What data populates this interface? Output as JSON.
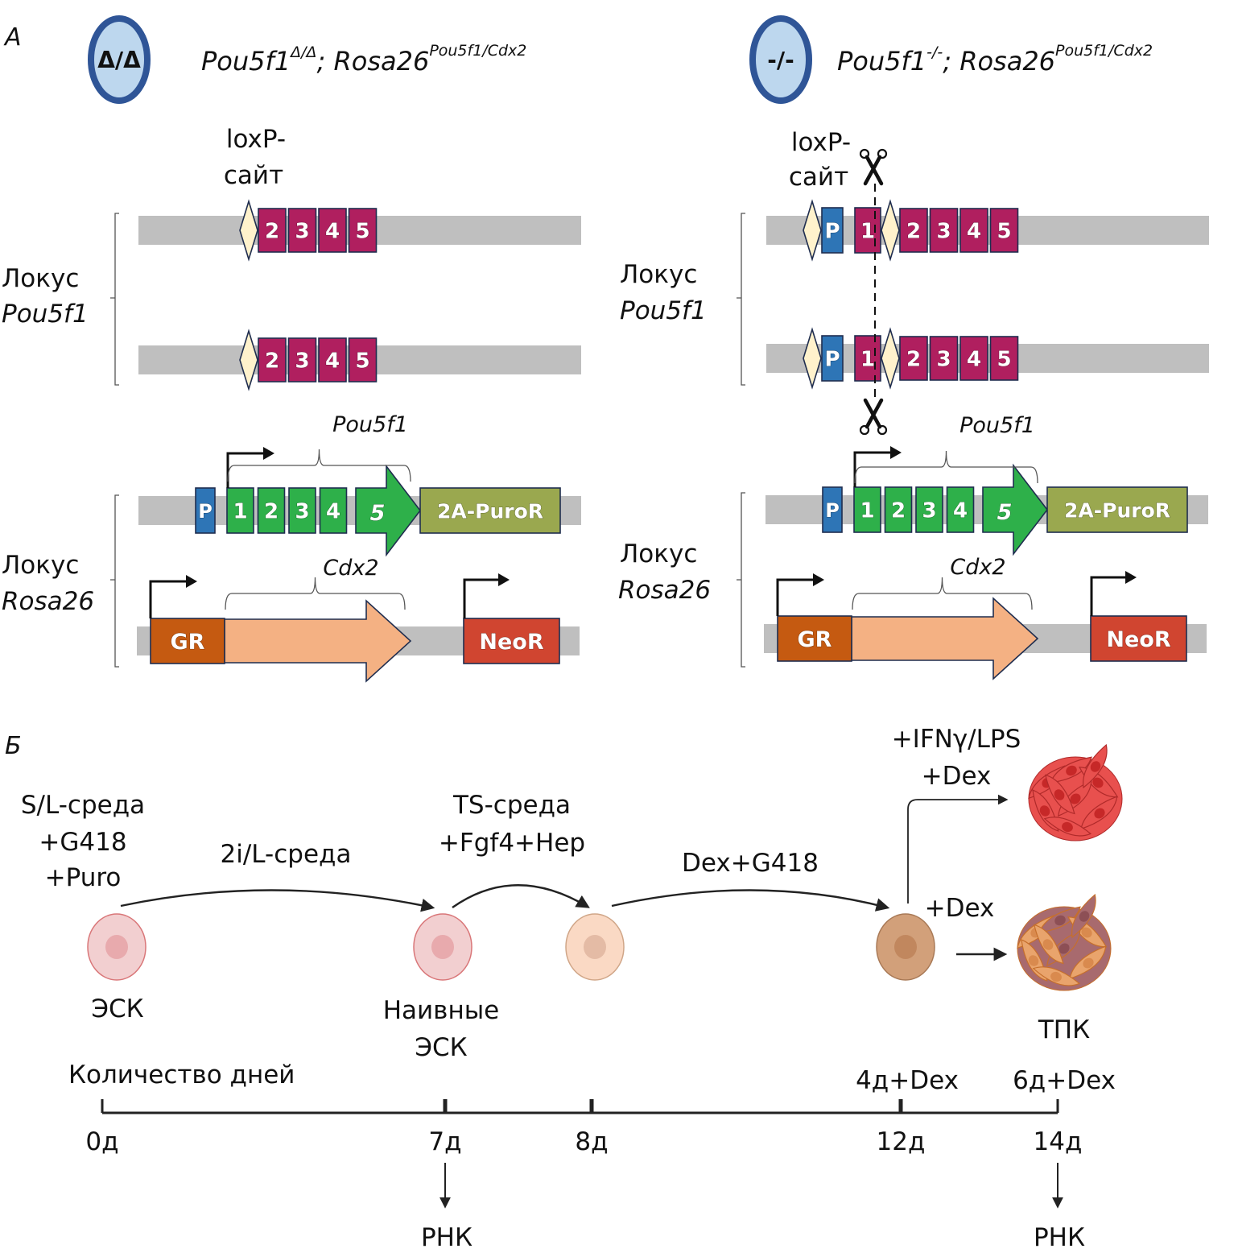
{
  "panel_a": {
    "label": "А",
    "left": {
      "genotype_badge": "Δ/Δ",
      "genotype_text": {
        "base1": "Pou5f1",
        "sup1": "Δ/Δ",
        "sep": "; ",
        "base2": "Rosa26",
        "sup2": "Pou5f1/Cdx2"
      },
      "loxp_label": [
        "loxP-",
        "сайт"
      ],
      "pou5f1_locus_label": [
        "Локус",
        "Pou5f1"
      ],
      "pou5f1_alleles": [
        {
          "exons": [
            "2",
            "3",
            "4",
            "5"
          ]
        },
        {
          "exons": [
            "2",
            "3",
            "4",
            "5"
          ]
        }
      ],
      "rosa26_locus_label": [
        "Локус",
        "Rosa26"
      ],
      "transgene": {
        "promoter": "P",
        "exons": [
          "1",
          "2",
          "3",
          "4",
          "5"
        ],
        "gene_label": "Pou5f1",
        "fusion": "2A-PuroR",
        "cdx2_label": "Cdx2",
        "gr": "GR",
        "neo": "NeoR"
      }
    },
    "right": {
      "genotype_badge": "-/-",
      "genotype_text": {
        "base1": "Pou5f1",
        "sup1": "-/-",
        "sep": "; ",
        "base2": "Rosa26",
        "sup2": "Pou5f1/Cdx2"
      },
      "loxp_label": [
        "loxP-",
        "сайт"
      ],
      "pou5f1_locus_label": [
        "Локус",
        "Pou5f1"
      ],
      "pou5f1_alleles": [
        {
          "promoter": "P",
          "exon1": "1",
          "exons": [
            "2",
            "3",
            "4",
            "5"
          ]
        },
        {
          "promoter": "P",
          "exon1": "1",
          "exons": [
            "2",
            "3",
            "4",
            "5"
          ]
        }
      ],
      "rosa26_locus_label": [
        "Локус",
        "Rosa26"
      ],
      "transgene": {
        "promoter": "P",
        "exons": [
          "1",
          "2",
          "3",
          "4",
          "5"
        ],
        "gene_label": "Pou5f1",
        "fusion": "2A-PuroR",
        "cdx2_label": "Cdx2",
        "gr": "GR",
        "neo": "NeoR"
      }
    }
  },
  "panel_b": {
    "label": "Б",
    "steps": [
      {
        "id": "start",
        "medium": [
          "S/L-среда",
          "+G418",
          "+Puro"
        ]
      },
      {
        "id": "2i",
        "medium": [
          "2i/L-среда"
        ]
      },
      {
        "id": "ts",
        "medium": [
          "TS-среда",
          "+Fgf4+Hep"
        ]
      },
      {
        "id": "dex",
        "medium": [
          "Dex+G418"
        ]
      },
      {
        "id": "ifn",
        "medium": [
          "+IFNγ/LPS",
          "+Dex"
        ]
      },
      {
        "id": "dex2",
        "medium": [
          "+Dex"
        ]
      }
    ],
    "cells": [
      {
        "label": [
          "ЭСК"
        ]
      },
      {
        "label": [
          "Наивные",
          "ЭСК"
        ]
      },
      {
        "label": []
      },
      {
        "label": []
      },
      {
        "label": [
          "ТПК"
        ]
      }
    ],
    "timeline": {
      "title": "Количество дней",
      "ticks": [
        "0д",
        "7д",
        "8д",
        "12д",
        "14д"
      ],
      "tick_days": [
        0,
        7,
        8,
        12,
        14
      ],
      "above_ticks": {
        "12д": "4д+Dex",
        "14д": "6д+Dex"
      },
      "rna_samples": [
        {
          "at": "7д",
          "label": "РНК"
        },
        {
          "at": "14д",
          "label": "РНК"
        }
      ]
    }
  },
  "colors": {
    "badge_fill": "#bdd7ee",
    "badge_stroke": "#2f5597",
    "chromosome": "#bfbfbf",
    "endogenous_exon": "#b01f5f",
    "transgene_exon": "#2eb04a",
    "promoter": "#2e75b6",
    "loxp": "#fff2cc",
    "puro": "#9aa84f",
    "gr": "#c55a11",
    "cdx2_arrow": "#f4b183",
    "neo": "#d04530",
    "exon_stroke": "#1f2d4f"
  }
}
